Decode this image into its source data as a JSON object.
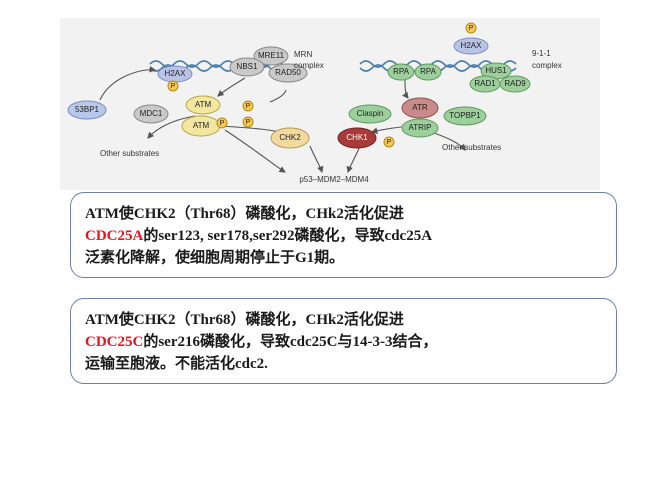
{
  "figure": {
    "labels": {
      "mrn_complex": [
        "MRN",
        "complex"
      ],
      "complex_911": [
        "9-1-1",
        "complex"
      ],
      "other_substrates_left": "Other substrates",
      "other_substrates_right": "Other substrates",
      "p53": "p53–MDM2–MDM4"
    },
    "proteins": {
      "mre11": "MRE11",
      "nbs1": "NBS1",
      "rad50": "RAD50",
      "h2ax_left": "H2AX",
      "h2ax_right": "H2AX",
      "p53bp1": "53BP1",
      "mdc1": "MDC1",
      "atm_top": "ATM",
      "atm_bottom": "ATM",
      "chk2": "CHK2",
      "chk1": "CHK1",
      "atr": "ATR",
      "atrip": "ATRIP",
      "claspin": "Claspin",
      "topbp1": "TOPBP1",
      "rpa1": "RPA",
      "rpa2": "RPA",
      "hus1": "HUS1",
      "rad1": "RAD1",
      "rad9": "RAD9",
      "p": "P"
    },
    "colors": {
      "atm": "#f2e6a0",
      "chk2": "#f2d9a0",
      "atr": "#c98a8a",
      "chk1": "#a83a3a",
      "green": "#9ccf9c",
      "gray": "#c9c9c9",
      "h2ax": "#b8c3e6",
      "p53bp1": "#b8c7ea",
      "phospho": "#f6c84d"
    }
  },
  "box1": {
    "line1": "ATM使CHK2（Thr68）磷酸化，CHk2活化促进",
    "line2_red": "CDC25A",
    "line2_rest": "的ser123, ser178,ser292磷酸化，导致cdc25A",
    "line3": "泛素化降解，使细胞周期停止于G1期。"
  },
  "box2": {
    "line1": "ATM使CHK2（Thr68）磷酸化，CHk2活化促进",
    "line2_red": "CDC25C",
    "line2_rest": "的ser216磷酸化，导致cdc25C与14-3-3结合，",
    "line3": "运输至胞液。不能活化cdc2."
  },
  "accent_color": "#e8141c",
  "box_border_color": "#6e7ea8"
}
